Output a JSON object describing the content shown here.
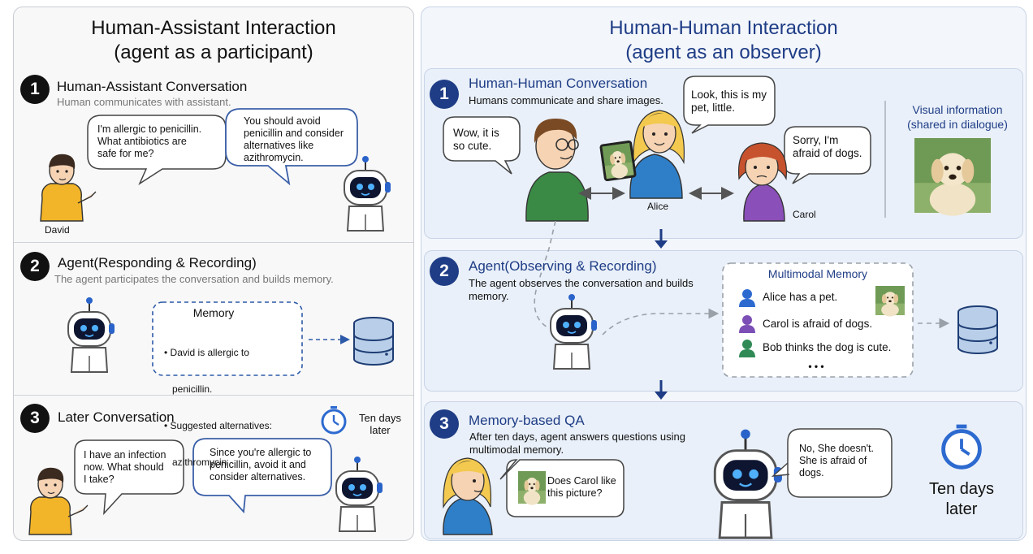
{
  "left": {
    "title_line1": "Human-Assistant Interaction",
    "title_line2": "(agent as a participant)",
    "step1": {
      "number": "1",
      "heading": "Human-Assistant Conversation",
      "subtitle": "Human communicates with assistant.",
      "user_bubble": [
        "I'm allergic to penicillin.",
        "What antibiotics are",
        "safe for me?"
      ],
      "assistant_bubble": [
        "You should avoid",
        "penicillin and consider",
        "alternatives like",
        "azithromycin."
      ],
      "user_name": "David"
    },
    "step2": {
      "number": "2",
      "heading": "Agent(Responding & Recording)",
      "subtitle": "The agent participates the conversation and builds memory.",
      "memory_title": "Memory",
      "memory_lines": [
        "• David is allergic to",
        "   penicillin.",
        "• Suggested alternatives:",
        "   azithromycin"
      ]
    },
    "step3": {
      "number": "3",
      "heading": "Later Conversation",
      "time_label": [
        "Ten days",
        "later"
      ],
      "user_bubble": [
        "I have an infection",
        "now. What should",
        "I take?"
      ],
      "assistant_bubble": [
        "Since you're allergic to",
        "penicillin, avoid it and",
        "consider alternatives."
      ]
    }
  },
  "right": {
    "title_line1": "Human-Human Interaction",
    "title_line2": "(agent as an observer)",
    "step1": {
      "number": "1",
      "heading": "Human-Human Conversation",
      "subtitle": "Humans communicate and share images.",
      "bubble_bob": [
        "Wow, it is",
        "so cute."
      ],
      "bubble_alice": [
        "Look, this is my",
        "pet, little."
      ],
      "bubble_carol": [
        "Sorry, I'm",
        "afraid of dogs."
      ],
      "name_alice": "Alice",
      "name_carol": "Carol",
      "visual_title": [
        "Visual information",
        "(shared in dialogue)"
      ]
    },
    "step2": {
      "number": "2",
      "heading": "Agent(Observing & Recording)",
      "subtitle": [
        "The agent observes the conversation and builds",
        "memory."
      ],
      "memory_title": "Multimodal Memory",
      "memory_items": [
        "Alice has a pet.",
        "Carol is afraid of dogs.",
        "Bob thinks the dog is cute."
      ],
      "ellipsis": "• • •"
    },
    "step3": {
      "number": "3",
      "heading": "Memory-based QA",
      "subtitle": [
        "After ten days, agent answers questions using",
        "multimodal memory."
      ],
      "question_bubble": [
        "Does Carol like",
        "this picture?"
      ],
      "answer_bubble": [
        "No, She doesn't.",
        "She is afraid of",
        "dogs."
      ],
      "time_label": [
        "Ten days",
        "later"
      ]
    }
  },
  "colors": {
    "accent_blue": "#1f3d86",
    "bubble_blue_border": "#3a5fa8",
    "panel_right_bg": "#eef3fa",
    "panel_left_bg": "#f7f7f7",
    "memory_dash": "#2d5aa8"
  }
}
